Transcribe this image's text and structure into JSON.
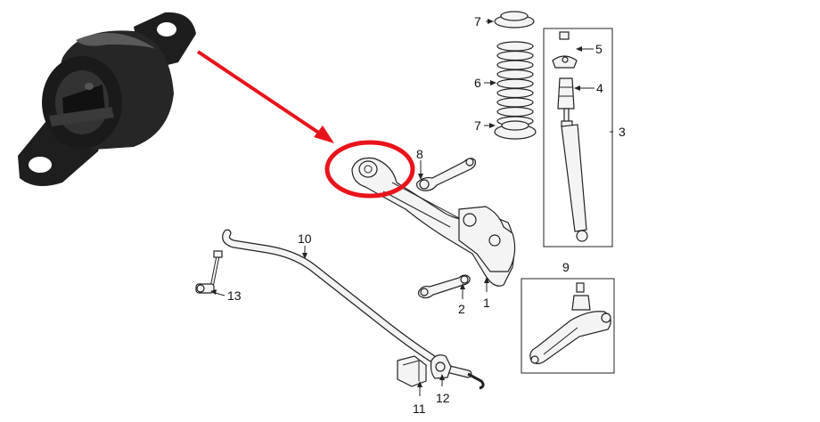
{
  "callouts": [
    {
      "id": "c1",
      "label": "1"
    },
    {
      "id": "c2",
      "label": "2"
    },
    {
      "id": "c3",
      "label": "3"
    },
    {
      "id": "c4",
      "label": "4"
    },
    {
      "id": "c5",
      "label": "5"
    },
    {
      "id": "c6",
      "label": "6"
    },
    {
      "id": "c7a",
      "label": "7"
    },
    {
      "id": "c7b",
      "label": "7"
    },
    {
      "id": "c8",
      "label": "8"
    },
    {
      "id": "c9",
      "label": "9"
    },
    {
      "id": "c10",
      "label": "10"
    },
    {
      "id": "c11",
      "label": "11"
    },
    {
      "id": "c12",
      "label": "12"
    },
    {
      "id": "c13",
      "label": "13"
    }
  ],
  "colors": {
    "highlight": "#e8141b",
    "bushing": "#1b1b1b",
    "line": "#222222"
  }
}
